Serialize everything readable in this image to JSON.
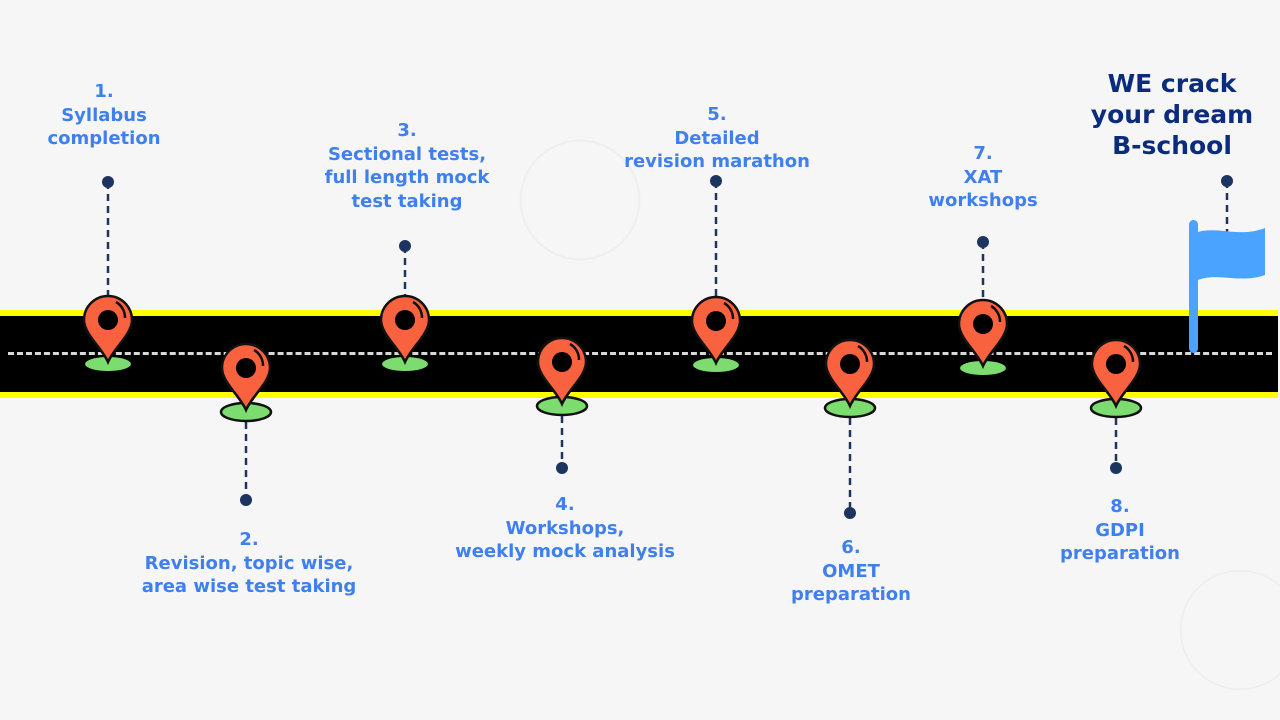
{
  "title": {
    "lines": [
      "WE crack",
      "your dream",
      "B-school"
    ]
  },
  "milestones": [
    {
      "lines": [
        "1.",
        "Syllabus",
        "completion"
      ]
    },
    {
      "lines": [
        "2.",
        "Revision, topic wise,",
        "area wise test taking"
      ]
    },
    {
      "lines": [
        "3.",
        "Sectional tests,",
        "full length mock",
        "test taking"
      ]
    },
    {
      "lines": [
        "4.",
        "Workshops,",
        "weekly mock analysis"
      ]
    },
    {
      "lines": [
        "5.",
        "Detailed",
        "revision marathon"
      ]
    },
    {
      "lines": [
        "6.",
        "OMET",
        "preparation"
      ]
    },
    {
      "lines": [
        "7.",
        "XAT",
        "workshops"
      ]
    },
    {
      "lines": [
        "8.",
        "GDPI",
        "preparation"
      ]
    }
  ],
  "colors": {
    "pin": "#f9623f",
    "base": "#7ddc6f",
    "road": "#000000",
    "road_edge": "#ffff00",
    "label": "#3f80ee",
    "title": "#0b2c7d",
    "flag": "#4aa3ff",
    "connector": "#1d3461"
  },
  "icons": {
    "pin": "map-pin-icon",
    "flag": "flag-icon"
  }
}
